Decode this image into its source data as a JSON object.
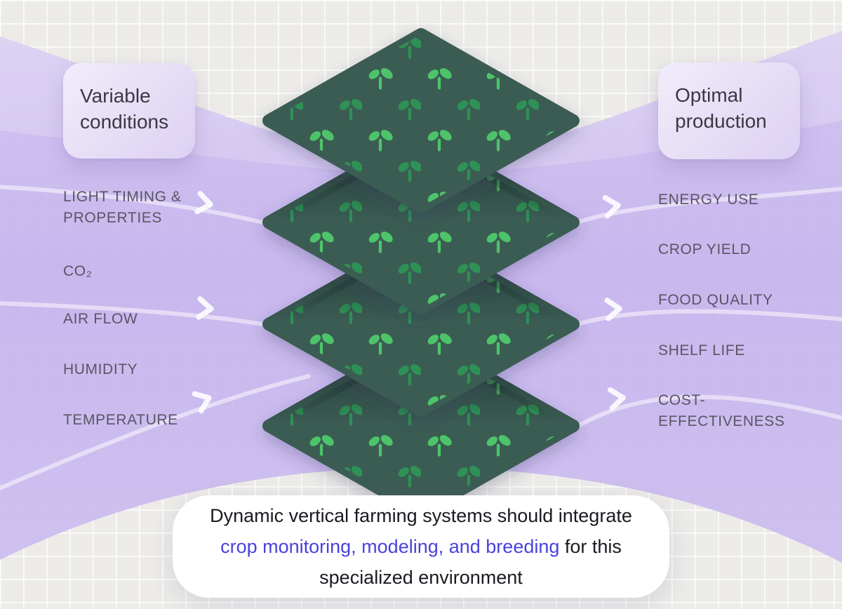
{
  "left_panel": {
    "title": "Variable conditions",
    "items": [
      "LIGHT TIMING & PROPERTIES",
      "CO₂",
      "AIR FLOW",
      "HUMIDITY",
      "TEMPERATURE"
    ]
  },
  "right_panel": {
    "title": "Optimal production",
    "items": [
      "ENERGY USE",
      "CROP YIELD",
      "FOOD QUALITY",
      "SHELF LIFE",
      "COST-EFFECTIVENESS"
    ]
  },
  "caption": {
    "text_before": "Dynamic vertical farming systems should integrate ",
    "highlight": "crop monitoring, modeling, and breeding",
    "text_after": " for this specialized environment"
  },
  "stack": {
    "layer_count": 4,
    "left_arrow_count": 3,
    "right_arrow_count": 3
  },
  "colors": {
    "background": "#ECEBE8",
    "grid_line": "#FFFFFF",
    "purple_band": "#CBBAEF",
    "tray": "#3A5B53",
    "seedling_bright": "#4DC469",
    "seedling_dark": "#2F9156",
    "card_text": "#3B3842",
    "list_text": "#5A5565",
    "caption_text": "#1B1A21",
    "caption_highlight": "#4B41DE",
    "flow_line": "#FFFFFF"
  }
}
